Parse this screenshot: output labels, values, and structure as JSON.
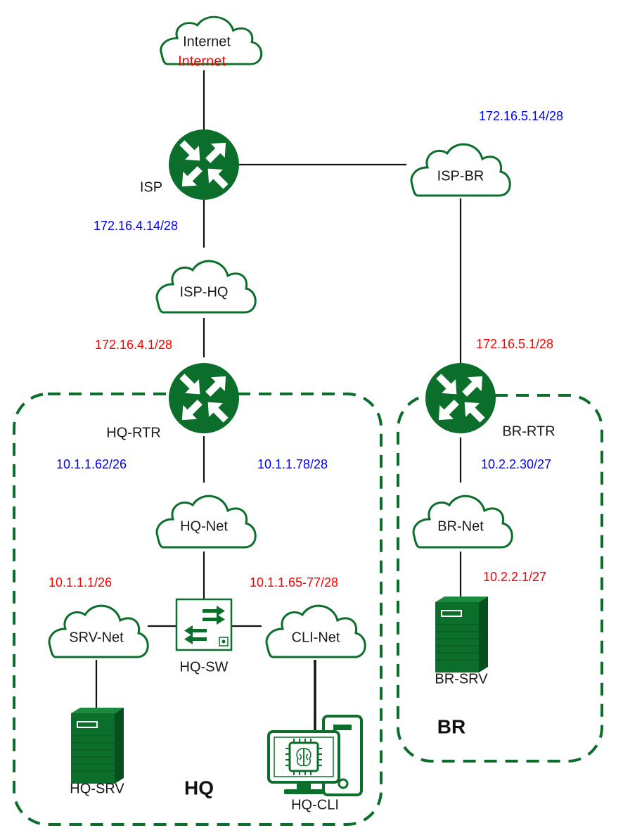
{
  "colors": {
    "green": "#0b6e2a",
    "blue_ip": "#0000ff",
    "red_ip": "#ff0000",
    "line": "#111111"
  },
  "nodes": {
    "internet": {
      "label": "Internet",
      "sublabel": "Internet",
      "icon": "cloud-icon"
    },
    "isp": {
      "label": "ISP",
      "icon": "router-icon"
    },
    "isp_br": {
      "label": "ISP-BR",
      "icon": "cloud-icon"
    },
    "isp_hq": {
      "label": "ISP-HQ",
      "icon": "cloud-icon"
    },
    "hq_rtr": {
      "label": "HQ-RTR",
      "icon": "router-icon"
    },
    "br_rtr": {
      "label": "BR-RTR",
      "icon": "router-icon"
    },
    "hq_net": {
      "label": "HQ-Net",
      "icon": "cloud-icon"
    },
    "br_net": {
      "label": "BR-Net",
      "icon": "cloud-icon"
    },
    "srv_net": {
      "label": "SRV-Net",
      "icon": "cloud-icon"
    },
    "cli_net": {
      "label": "CLI-Net",
      "icon": "cloud-icon"
    },
    "hq_sw": {
      "label": "HQ-SW",
      "icon": "switch-icon"
    },
    "hq_srv": {
      "label": "HQ-SRV",
      "icon": "server-icon"
    },
    "br_srv": {
      "label": "BR-SRV",
      "icon": "server-icon"
    },
    "hq_cli": {
      "label": "HQ-CLI",
      "icon": "workstation-icon"
    }
  },
  "addresses": {
    "isp_br": "172.16.5.14/28",
    "isp_hq": "172.16.4.14/28",
    "hq_rtr_wan": "172.16.4.1/28",
    "br_rtr_wan": "172.16.5.1/28",
    "hq_srv_gw": "10.1.1.62/26",
    "hq_cli_gw": "10.1.1.78/28",
    "br_gw": "10.2.2.30/27",
    "br_srv": "10.2.2.1/27",
    "srv_net": "10.1.1.1/26",
    "cli_net": "10.1.1.65-77/28"
  },
  "zones": {
    "hq": "HQ",
    "br": "BR"
  }
}
